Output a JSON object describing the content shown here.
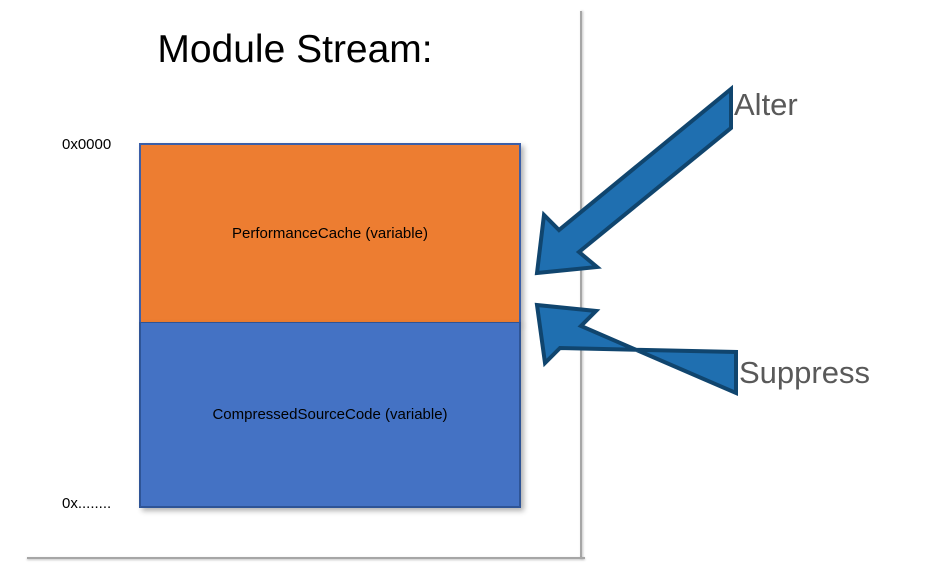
{
  "slide": {
    "title": "Module Stream:",
    "background_color": "#FFFFFF"
  },
  "address_labels": {
    "start": "0x0000",
    "end": "0x........"
  },
  "stream_blocks": [
    {
      "label": "PerformanceCache (variable)",
      "fill_color": "#ED7D31",
      "border_color": "#3B5FA8",
      "region": "top"
    },
    {
      "label": "CompressedSourceCode (variable)",
      "fill_color": "#4472C4",
      "border_color": "#2E5496",
      "region": "bottom"
    }
  ],
  "annotations": [
    {
      "label": "Alter",
      "direction": "down-left",
      "target": "PerformanceCache (variable)",
      "arrow_fill": "#1F6FB0",
      "arrow_outline": "#10456E",
      "text_color": "#595959"
    },
    {
      "label": "Suppress",
      "direction": "up-left",
      "target": "CompressedSourceCode (variable)",
      "arrow_fill": "#1F6FB0",
      "arrow_outline": "#10456E",
      "text_color": "#595959"
    }
  ],
  "frame": {
    "line_color": "#A6A6A6"
  }
}
